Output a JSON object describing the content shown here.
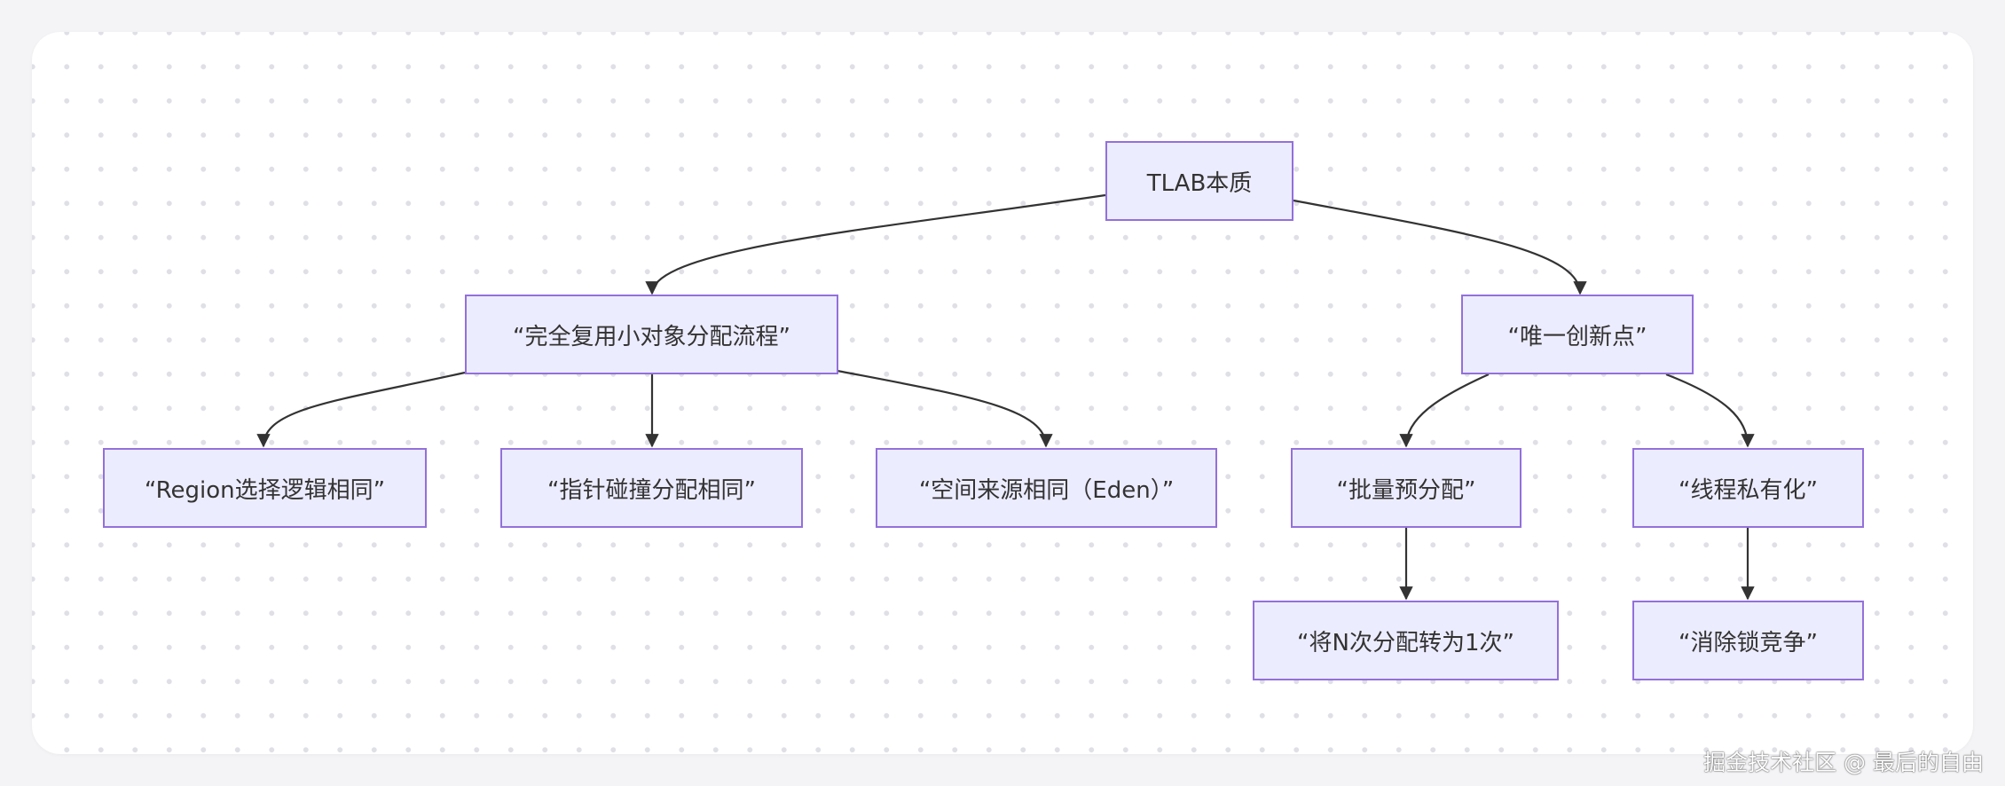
{
  "diagram": {
    "nodes": {
      "root": "TLAB本质",
      "reuse": "“完全复用小对象分配流程”",
      "innovation": "“唯一创新点”",
      "region": "“Region选择逻辑相同”",
      "pointer": "“指针碰撞分配相同”",
      "space": "“空间来源相同（Eden）”",
      "batch": "“批量预分配”",
      "private": "“线程私有化”",
      "n_to_one": "“将N次分配转为1次”",
      "no_lock": "“消除锁竞争”"
    },
    "edges": [
      [
        "root",
        "reuse"
      ],
      [
        "root",
        "innovation"
      ],
      [
        "reuse",
        "region"
      ],
      [
        "reuse",
        "pointer"
      ],
      [
        "reuse",
        "space"
      ],
      [
        "innovation",
        "batch"
      ],
      [
        "innovation",
        "private"
      ],
      [
        "batch",
        "n_to_one"
      ],
      [
        "private",
        "no_lock"
      ]
    ],
    "colors": {
      "node_fill": "#ececff",
      "node_border": "#9370db",
      "edge": "#333333",
      "text": "#333333"
    }
  },
  "watermark": "掘金技术社区 @ 最后的自由"
}
